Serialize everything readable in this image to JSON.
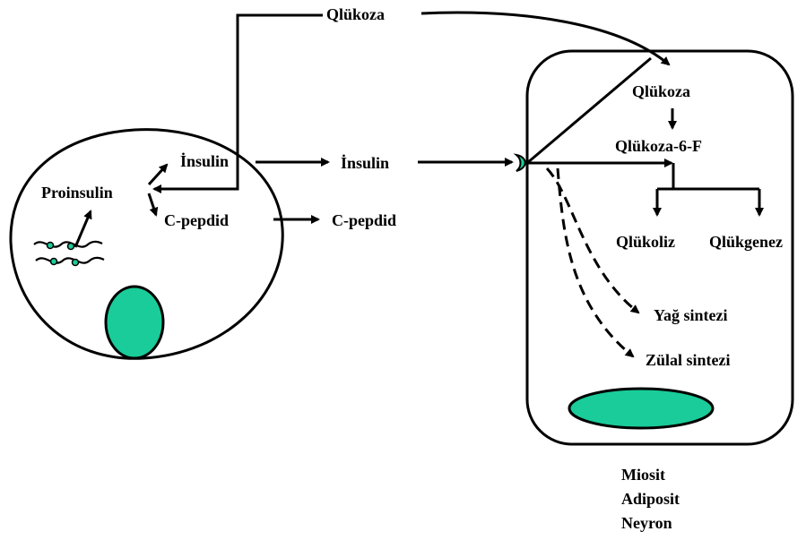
{
  "labels": {
    "glucose_top": "Qlükoza",
    "proinsulin": "Proinsulin",
    "insulin_inner": "İnsulin",
    "insulin_outer": "İnsulin",
    "cpeptide_inner": "C-pepdid",
    "cpeptide_outer": "C-pepdid",
    "glucose_cell": "Qlükoza",
    "glucose6p": "Qlükoza-6-F",
    "glycolysis": "Qlükoliz",
    "glycogenesis": "Qlükgenez",
    "fat_synthesis": "Yağ sintezi",
    "protein_synthesis": "Zülal sintezi"
  },
  "target_cells": [
    "Miosit",
    "Adiposit",
    "Neyron"
  ],
  "colors": {
    "fill": "#19cc99",
    "stroke": "#000000"
  }
}
